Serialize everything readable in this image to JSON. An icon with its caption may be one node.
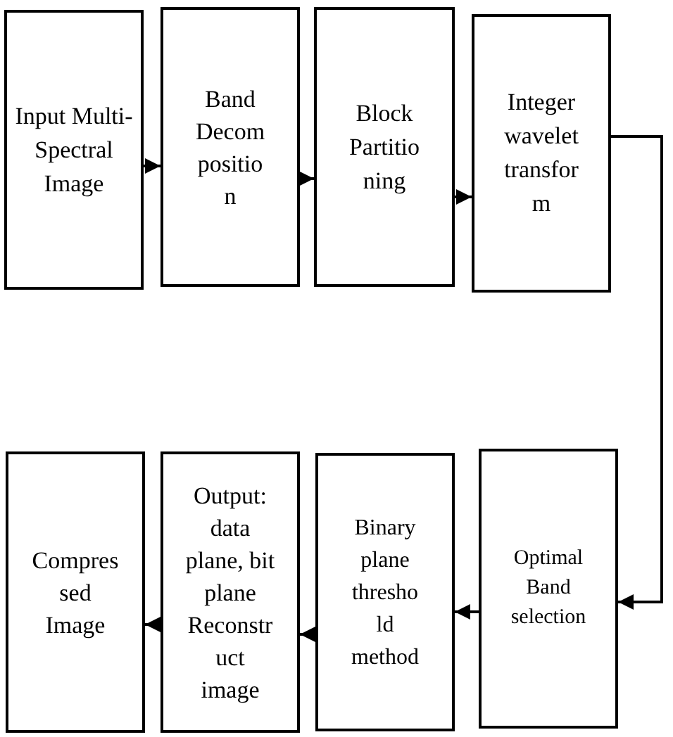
{
  "diagram": {
    "nodes": [
      {
        "text": [
          "Input Multi-Spectral Image"
        ]
      },
      {
        "text": [
          "Band Decom positio n"
        ]
      },
      {
        "text": [
          "Block Partitio ning"
        ]
      },
      {
        "text": [
          "Integer wavelet transfor m"
        ]
      },
      {
        "text": [
          "Optimal Band selection"
        ]
      },
      {
        "text": [
          "Binary plane thresho ld method"
        ]
      },
      {
        "text": [
          "Output: data plane, bit plane Reconstr uct image"
        ]
      },
      {
        "text": [
          "Compres sed Image"
        ]
      }
    ],
    "edges": [
      {
        "from": 0,
        "to": 1,
        "arrow": "to"
      },
      {
        "from": 1,
        "to": 2,
        "arrow": "to"
      },
      {
        "from": 2,
        "to": 3,
        "arrow": "to"
      },
      {
        "from": 3,
        "to": 4,
        "arrow": "to"
      },
      {
        "from": 4,
        "to": 5,
        "arrow": "to"
      },
      {
        "from": 5,
        "to": 6,
        "arrow": "to"
      },
      {
        "from": 6,
        "to": 7,
        "arrow": "to"
      }
    ]
  }
}
